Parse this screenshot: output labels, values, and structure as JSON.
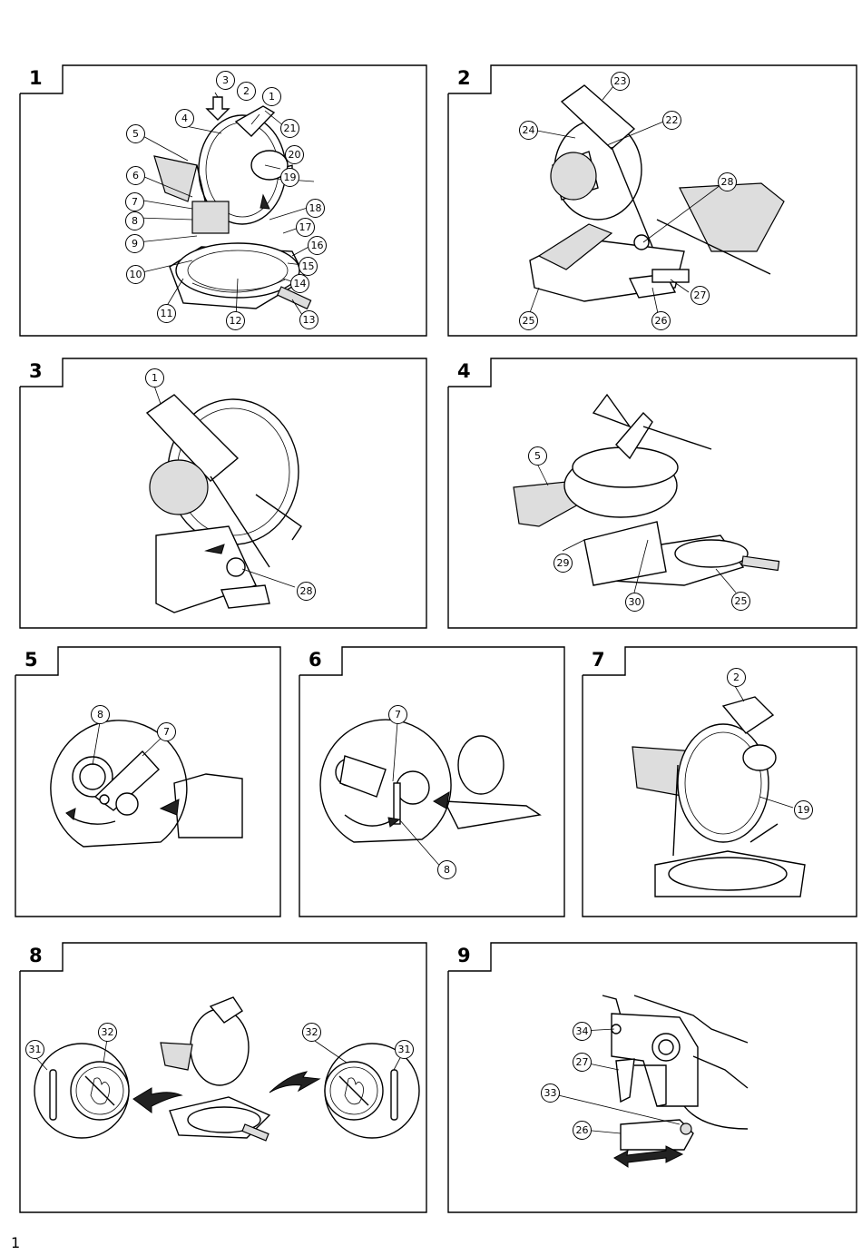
{
  "page_number": "1",
  "figures": [
    {
      "id": "fig-1",
      "number": "1",
      "callouts": [
        "1",
        "2",
        "3",
        "4",
        "5",
        "6",
        "7",
        "8",
        "9",
        "10",
        "11",
        "12",
        "13",
        "14",
        "15",
        "16",
        "17",
        "18",
        "19",
        "20",
        "21"
      ]
    },
    {
      "id": "fig-2",
      "number": "2",
      "callouts": [
        "22",
        "23",
        "24",
        "25",
        "26",
        "27",
        "28"
      ]
    },
    {
      "id": "fig-3",
      "number": "3",
      "callouts": [
        "1",
        "28"
      ]
    },
    {
      "id": "fig-4",
      "number": "4",
      "callouts": [
        "5",
        "25",
        "29",
        "30"
      ]
    },
    {
      "id": "fig-5",
      "number": "5",
      "callouts": [
        "7",
        "8"
      ]
    },
    {
      "id": "fig-6",
      "number": "6",
      "callouts": [
        "7",
        "8"
      ]
    },
    {
      "id": "fig-7",
      "number": "7",
      "callouts": [
        "2",
        "19"
      ]
    },
    {
      "id": "fig-8",
      "number": "8",
      "callouts": [
        "31",
        "32",
        "31",
        "32"
      ]
    },
    {
      "id": "fig-9",
      "number": "9",
      "callouts": [
        "26",
        "27",
        "33",
        "34"
      ]
    }
  ]
}
